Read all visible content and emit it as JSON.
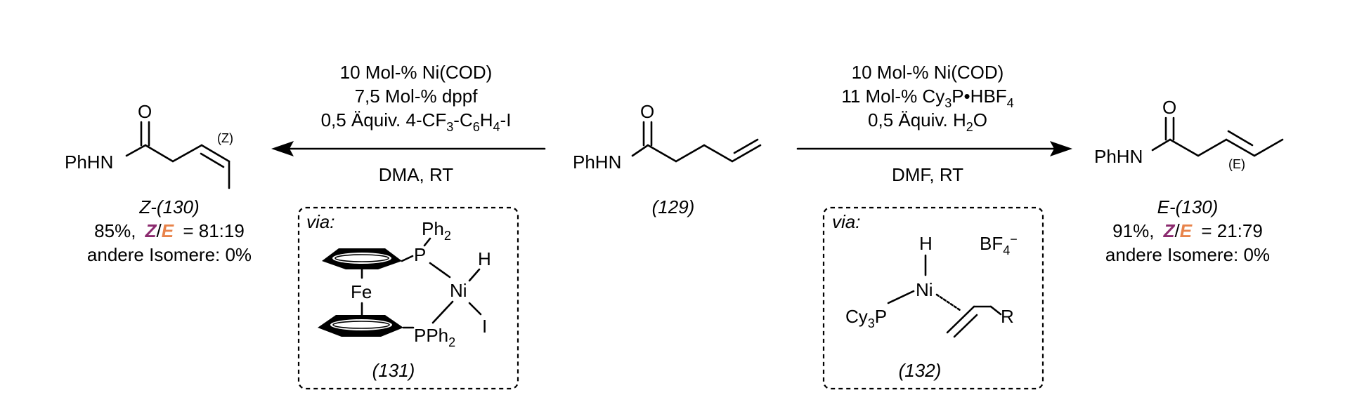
{
  "colors": {
    "z_color": "#8b2a6e",
    "e_color": "#e8834a",
    "ink": "#000000"
  },
  "left_arrow": {
    "cond_line1": "10 Mol-% Ni(COD)",
    "cond_line2": "7,5 Mol-% dppf",
    "cond_line3_a": "0,5 Äquiv. 4-CF",
    "cond_line3_sub1": "3",
    "cond_line3_b": "-C",
    "cond_line3_sub2": "6",
    "cond_line3_c": "H",
    "cond_line3_sub3": "4",
    "cond_line3_d": "-I",
    "below": "DMA, RT"
  },
  "right_arrow": {
    "cond_line1": "10 Mol-% Ni(COD)",
    "cond_line2_a": "11 Mol-% Cy",
    "cond_line2_sub1": "3",
    "cond_line2_b": "P•HBF",
    "cond_line2_sub2": "4",
    "cond_line3_a": "0,5 Äquiv. H",
    "cond_line3_sub": "2",
    "cond_line3_b": "O",
    "below": "DMF, RT"
  },
  "start": {
    "label": "(129)",
    "o": "O",
    "phhn": "PhHN"
  },
  "product_z": {
    "o": "O",
    "phhn": "PhHN",
    "stereo_tag": "(Z)",
    "label": "Z-(130)",
    "yield": "85%,",
    "ratio_z": "Z",
    "ratio_slash": "/",
    "ratio_e": "E",
    "ratio_value": "= 81:19",
    "isomers": "andere Isomere: 0%"
  },
  "product_e": {
    "o": "O",
    "phhn": "PhHN",
    "stereo_tag": "(E)",
    "label": "E-(130)",
    "yield": "91%,",
    "ratio_z": "Z",
    "ratio_slash": "/",
    "ratio_e": "E",
    "ratio_value": "= 21:79",
    "isomers": "andere Isomere: 0%"
  },
  "intermediate_131": {
    "via": "via:",
    "ph2": "Ph",
    "ph2_sub": "2",
    "p": "P",
    "h": "H",
    "ni": "Ni",
    "fe": "Fe",
    "i": "I",
    "pph2": "PPh",
    "pph2_sub": "2",
    "label": "(131)"
  },
  "intermediate_132": {
    "via": "via:",
    "h": "H",
    "bf4": "BF",
    "bf4_sub": "4",
    "bf4_sup": "−",
    "ni": "Ni",
    "cy3p": "Cy",
    "cy3p_sub": "3",
    "cy3p_p": "P",
    "r": "R",
    "label": "(132)"
  }
}
